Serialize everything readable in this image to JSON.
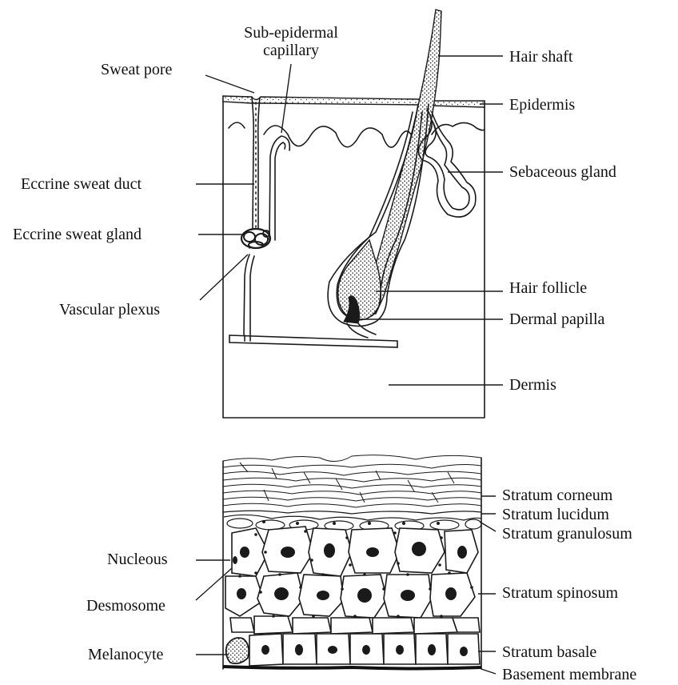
{
  "top_diagram": {
    "labels": {
      "sweat_pore": "Sweat pore",
      "sub_epidermal_capillary": "Sub-epidermal\ncapillary",
      "eccrine_sweat_duct": "Eccrine sweat duct",
      "eccrine_sweat_gland": "Eccrine sweat gland",
      "vascular_plexus": "Vascular plexus",
      "hair_shaft": "Hair shaft",
      "epidermis": "Epidermis",
      "sebaceous_gland": "Sebaceous gland",
      "hair_follicle": "Hair follicle",
      "dermal_papilla": "Dermal papilla",
      "dermis": "Dermis"
    }
  },
  "bottom_diagram": {
    "labels": {
      "stratum_corneum": "Stratum corneum",
      "stratum_lucidum": "Stratum lucidum",
      "stratum_granulosum": "Stratum granulosum",
      "stratum_spinosum": "Stratum spinosum",
      "stratum_basale": "Stratum basale",
      "basement_membrane": "Basement membrane",
      "nucleous": "Nucleous",
      "desmosome": "Desmosome",
      "melanocyte": "Melanocyte"
    }
  }
}
